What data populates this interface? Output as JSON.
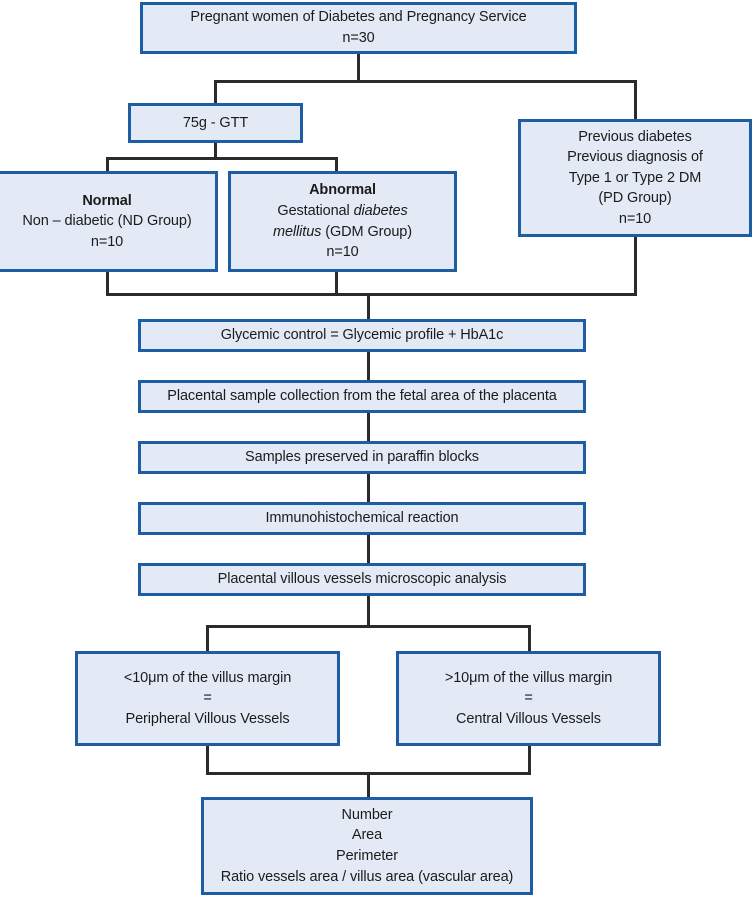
{
  "diagram": {
    "title": "Study flowchart of pregnant women and placental villous vessel analysis",
    "type": "flowchart",
    "colors": {
      "box_fill": "#e3eaf6",
      "box_border": "#1c5da4",
      "connector": "#2b2b2b",
      "text": "#1b1b1b",
      "background": "#ffffff"
    }
  },
  "nodes": {
    "population": {
      "line1": "Pregnant women of Diabetes and Pregnancy Service",
      "line2": "n=30"
    },
    "gtt": {
      "line1": "75g - GTT"
    },
    "previous_diabetes": {
      "line1": "Previous diabetes",
      "line2": "Previous diagnosis of",
      "line3": "Type 1 or Type 2 DM",
      "line4": "(PD Group)",
      "line5": "n=10"
    },
    "normal": {
      "title": "Normal",
      "line2": "Non – diabetic (ND Group)",
      "line3": "n=10"
    },
    "abnormal": {
      "title": "Abnormal",
      "line2_a": "Gestational ",
      "line2_b": "diabetes",
      "line3_a": "mellitus",
      "line3_b": " (GDM Group)",
      "line4": "n=10"
    },
    "glycemic_control": {
      "line1": "Glycemic control = Glycemic profile + HbA1c"
    },
    "sample_collection": {
      "line1": "Placental sample collection from the fetal area of the placenta"
    },
    "paraffin": {
      "line1": "Samples preserved in paraffin blocks"
    },
    "immunohistochemical": {
      "line1": "Immunohistochemical reaction"
    },
    "microscopic_analysis": {
      "line1": "Placental villous vessels microscopic analysis"
    },
    "peripheral": {
      "line1": "<10μm of the villus margin",
      "line2": "=",
      "line3": "Peripheral Villous Vessels"
    },
    "central": {
      "line1": ">10μm of the villus margin",
      "line2": "=",
      "line3": "Central Villous Vessels"
    },
    "measures": {
      "line1": "Number",
      "line2": "Area",
      "line3": "Perimeter",
      "line4": "Ratio vessels area / villus area (vascular area)"
    }
  }
}
